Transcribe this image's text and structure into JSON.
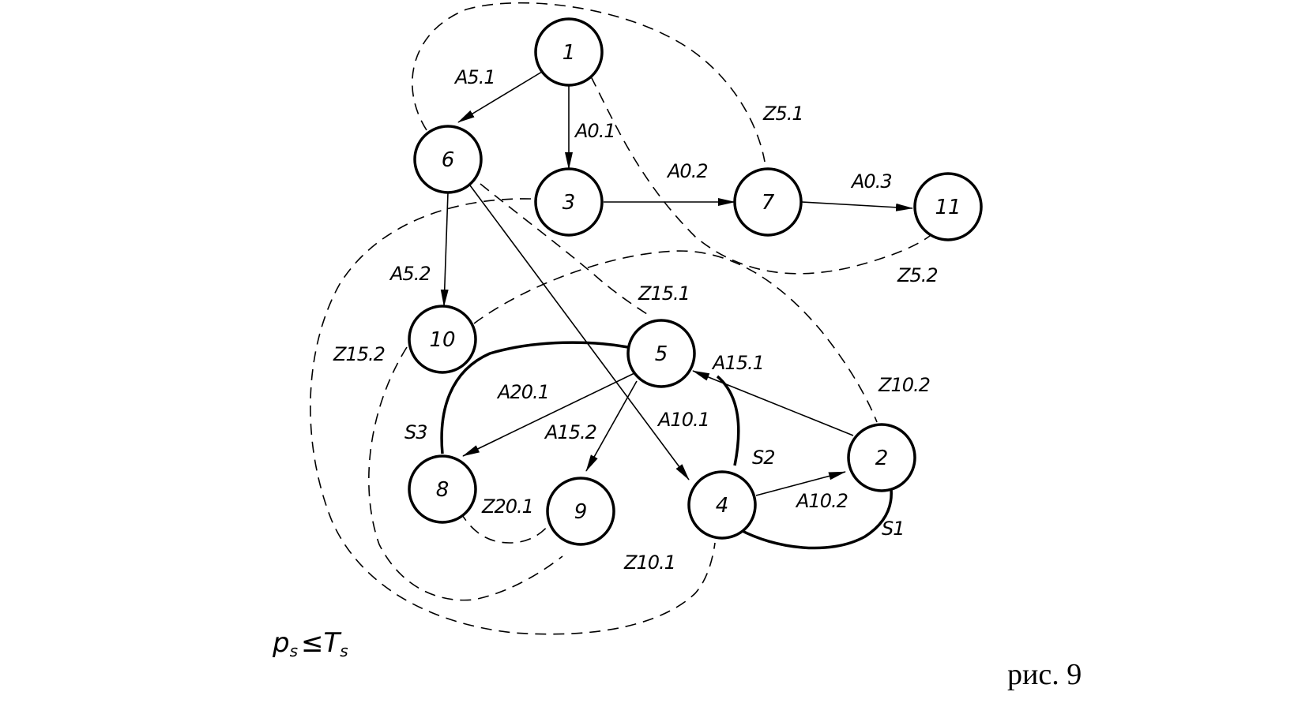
{
  "nodes": [
    {
      "id": "1",
      "label": "1"
    },
    {
      "id": "2",
      "label": "2"
    },
    {
      "id": "3",
      "label": "3"
    },
    {
      "id": "4",
      "label": "4"
    },
    {
      "id": "5",
      "label": "5"
    },
    {
      "id": "6",
      "label": "6"
    },
    {
      "id": "7",
      "label": "7"
    },
    {
      "id": "8",
      "label": "8"
    },
    {
      "id": "9",
      "label": "9"
    },
    {
      "id": "10",
      "label": "10"
    },
    {
      "id": "11",
      "label": "11"
    }
  ],
  "arcs": [
    {
      "from": "1",
      "to": "6",
      "label": "A5.1"
    },
    {
      "from": "1",
      "to": "3",
      "label": "A0.1"
    },
    {
      "from": "3",
      "to": "7",
      "label": "A0.2"
    },
    {
      "from": "7",
      "to": "11",
      "label": "A0.3"
    },
    {
      "from": "6",
      "to": "10",
      "label": "A5.2"
    },
    {
      "from": "6",
      "to": "4",
      "label": "A10.1"
    },
    {
      "from": "2",
      "to": "5",
      "label": "A15.1"
    },
    {
      "from": "5",
      "to": "8",
      "label": "A20.1"
    },
    {
      "from": "5",
      "to": "9",
      "label": "A15.2"
    },
    {
      "from": "4",
      "to": "2",
      "label": "A10.2"
    }
  ],
  "dashed_arcs": [
    {
      "between": [
        "6",
        "7"
      ],
      "label": "Z5.1"
    },
    {
      "between": [
        "1",
        "11"
      ],
      "label": "Z5.2"
    },
    {
      "between": [
        "6",
        "5"
      ],
      "label": "Z15.1"
    },
    {
      "between": [
        "3",
        "4"
      ],
      "label": "Z15.2"
    },
    {
      "between": [
        "10",
        "2"
      ],
      "label": "Z10.2"
    },
    {
      "between": [
        "8",
        "9"
      ],
      "label": "Z20.1"
    },
    {
      "between": [
        "9"
      ],
      "label": "Z10.1"
    }
  ],
  "bold_arcs": [
    {
      "between": [
        "4",
        "2"
      ],
      "label": "S1"
    },
    {
      "between": [
        "4",
        "5"
      ],
      "label": "S2"
    },
    {
      "between": [
        "8",
        "5"
      ],
      "label": "S3"
    }
  ],
  "formula": {
    "base": "p",
    "base_sub": "s",
    "relation": "≤",
    "rhs": "T",
    "rhs_sub": "s"
  },
  "caption": "рис. 9",
  "colors": {
    "ink": "#000000",
    "paper": "#ffffff"
  }
}
